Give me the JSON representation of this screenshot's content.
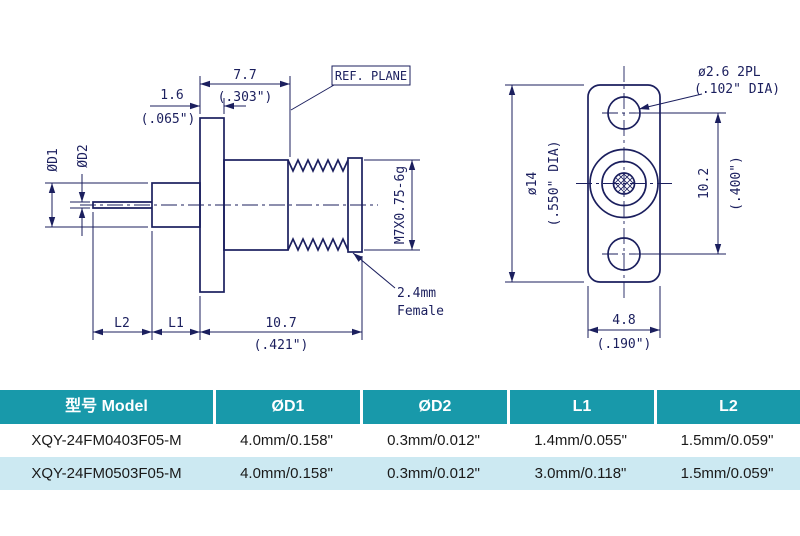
{
  "colors": {
    "line": "#1b1f5e",
    "headerBg": "#1899aa",
    "rowAltBg": "#cce9f2",
    "cellText": "#1a1a1a"
  },
  "drawing": {
    "side_view": {
      "dim_7_7": "7.7",
      "dim_7_7_in": "(.303\")",
      "ref_plane_label": "REF. PLANE",
      "dim_1_6": "1.6",
      "dim_1_6_in": "(.065\")",
      "dia_d1_label": "ØD1",
      "dia_d2_label": "ØD2",
      "thread_spec": "M7X0.75-6g",
      "connector_type_line1": "2.4mm",
      "connector_type_line2": "Female",
      "dim_l2_label": "L2",
      "dim_l1_label": "L1",
      "dim_10_7": "10.7",
      "dim_10_7_in": "(.421\")"
    },
    "front_view": {
      "hole_callout_line1": "ø2.6 2PL",
      "hole_callout_line2": "(.102\" DIA)",
      "dia_14": "ø14",
      "dia_14_in": "(.550\" DIA)",
      "dim_10_2": "10.2",
      "dim_10_2_in": "(.400\")",
      "dim_4_8": "4.8",
      "dim_4_8_in": "(.190\")"
    }
  },
  "table": {
    "headers": {
      "model": "型号 Model",
      "d1": "ØD1",
      "d2": "ØD2",
      "l1": "L1",
      "l2": "L2"
    },
    "rows": [
      {
        "model": "XQY-24FM0403F05-M",
        "d1": "4.0mm/0.158\"",
        "d2": "0.3mm/0.012\"",
        "l1": "1.4mm/0.055\"",
        "l2": "1.5mm/0.059\""
      },
      {
        "model": "XQY-24FM0503F05-M",
        "d1": "4.0mm/0.158\"",
        "d2": "0.3mm/0.012\"",
        "l1": "3.0mm/0.118\"",
        "l2": "1.5mm/0.059\""
      }
    ]
  }
}
